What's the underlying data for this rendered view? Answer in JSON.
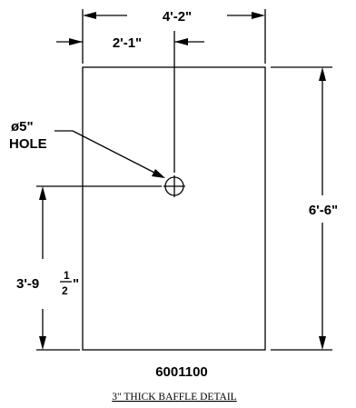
{
  "dimensions": {
    "overall_width": "4'-2\"",
    "half_width": "2'-1\"",
    "overall_height": "6'-6\"",
    "hole_height_whole": "3'-9",
    "hole_height_frac_num": "1",
    "hole_height_frac_den": "2",
    "hole_height_inch": "\""
  },
  "hole_callout": {
    "line1": "ø5\"",
    "line2": "HOLE"
  },
  "part_number": "6001100",
  "detail_title": "3\" THICK BAFFLE DETAIL"
}
